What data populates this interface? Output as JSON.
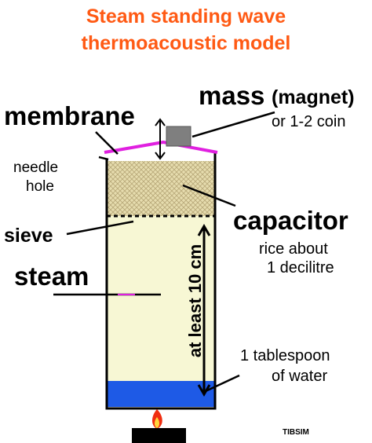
{
  "title": {
    "line1": "Steam standing wave",
    "line2": "thermoacoustic model"
  },
  "labels": {
    "mass": "mass",
    "magnet": "(magnet)",
    "coin": "or 1-2 coin",
    "membrane": "membrane",
    "needle_line1": "needle",
    "needle_line2": "hole",
    "capacitor": "capacitor",
    "rice_line1": "rice about",
    "rice_line2": "1 decilitre",
    "sieve": "sieve",
    "steam": "steam",
    "height": "at least 10 cm",
    "water_line1": "1 tablespoon",
    "water_line2": "of water",
    "credit": "TIBSIM"
  },
  "colors": {
    "title": "#ff5a14",
    "membrane": "#e020e0",
    "steam_fill": "#f7f7d4",
    "rice_fill": "#e2d8a6",
    "water": "#1e5ae6",
    "mass_block": "#7f7f7f",
    "flame_outer": "#f02d10",
    "flame_inner": "#ffd43c",
    "burner": "#000000"
  },
  "icons": [
    "mass-block",
    "double-arrow",
    "flame-icon",
    "burner"
  ]
}
